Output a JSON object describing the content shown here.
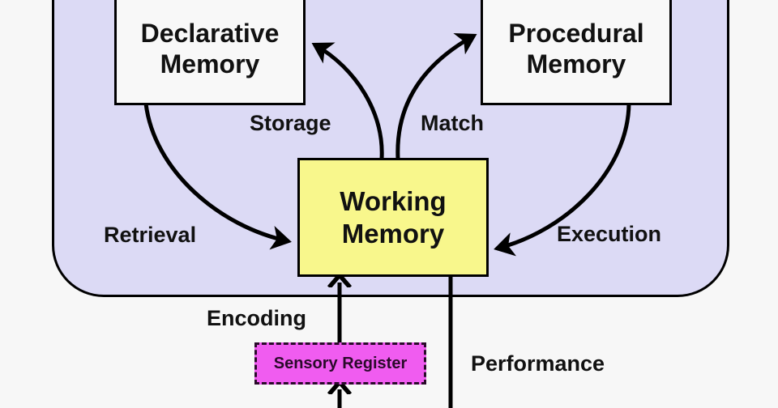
{
  "diagram": {
    "title": "Memory system model",
    "nodes": {
      "declarative": {
        "line1": "Declarative",
        "line2": "Memory"
      },
      "procedural": {
        "line1": "Procedural",
        "line2": "Memory"
      },
      "working": {
        "line1": "Working",
        "line2": "Memory"
      },
      "sensory": {
        "label": "Sensory Register"
      }
    },
    "edges": {
      "storage": "Storage",
      "match": "Match",
      "retrieval": "Retrieval",
      "execution": "Execution",
      "encoding": "Encoding",
      "performance": "Performance"
    },
    "colors": {
      "background": "#f7f7f7",
      "container_fill": "#dcdaf5",
      "memory_box_fill": "#f8f8f8",
      "working_memory_fill": "#f8f78c",
      "sensory_register_fill": "#f05cf0",
      "line": "#000000"
    }
  }
}
